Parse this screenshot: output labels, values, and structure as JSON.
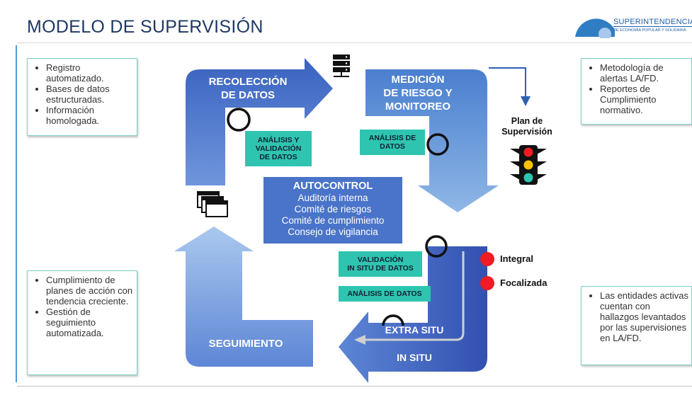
{
  "title": "MODELO DE SUPERVISIÓN",
  "logo": {
    "main": "SUPERINTENDENCIA",
    "sub": "DE ECONOMÍA POPULAR Y SOLIDARIA"
  },
  "box_top_left": [
    "Registro automatizado.",
    "Bases de datos estructuradas.",
    "Información homologada."
  ],
  "box_top_right": [
    "Metodología de alertas LA/FD.",
    "Reportes de Cumplimiento normativo."
  ],
  "box_bottom_left": [
    "Cumplimiento de planes de acción con tendencia creciente.",
    "Gestión de seguimiento automatizada."
  ],
  "box_bottom_right": [
    "Las entidades activas cuentan con hallazgos levantados por las supervisiones en LA/FD."
  ],
  "arrows": {
    "recoleccion": [
      "RECOLECCIÓN",
      "DE DATOS"
    ],
    "medicion": [
      "MEDICIÓN",
      "DE RIESGO Y",
      "MONITOREO"
    ],
    "seguimiento": "SEGUIMIENTO",
    "extra_situ": "EXTRA SITU",
    "in_situ": "IN SITU"
  },
  "tags": {
    "analisis_validacion": [
      "ANÁLISIS Y",
      "VALIDACIÓN",
      "DE DATOS"
    ],
    "analisis_datos_top": [
      "ANÁLISIS DE",
      "DATOS"
    ],
    "validacion_in_situ": [
      "VALIDACIÓN",
      "IN SITU DE DATOS"
    ],
    "analisis_datos_bottom": "ANÁLISIS DE DATOS"
  },
  "autocontrol": {
    "heading": "AUTOCONTROL",
    "items": [
      "Auditoría interna",
      "Comité de riesgos",
      "Comité de cumplimiento",
      "Consejo de vigilancia"
    ]
  },
  "plan": [
    "Plan de",
    "Supervisión"
  ],
  "legend": {
    "integral": "Integral",
    "focalizada": "Focalizada"
  },
  "colors": {
    "arrow_blue": "#4a74c9",
    "teal": "#2ec4b0",
    "red": "#ee1c24",
    "title": "#1f3864"
  },
  "icons": [
    "server-icon",
    "windows-icon",
    "traffic-light-icon"
  ]
}
